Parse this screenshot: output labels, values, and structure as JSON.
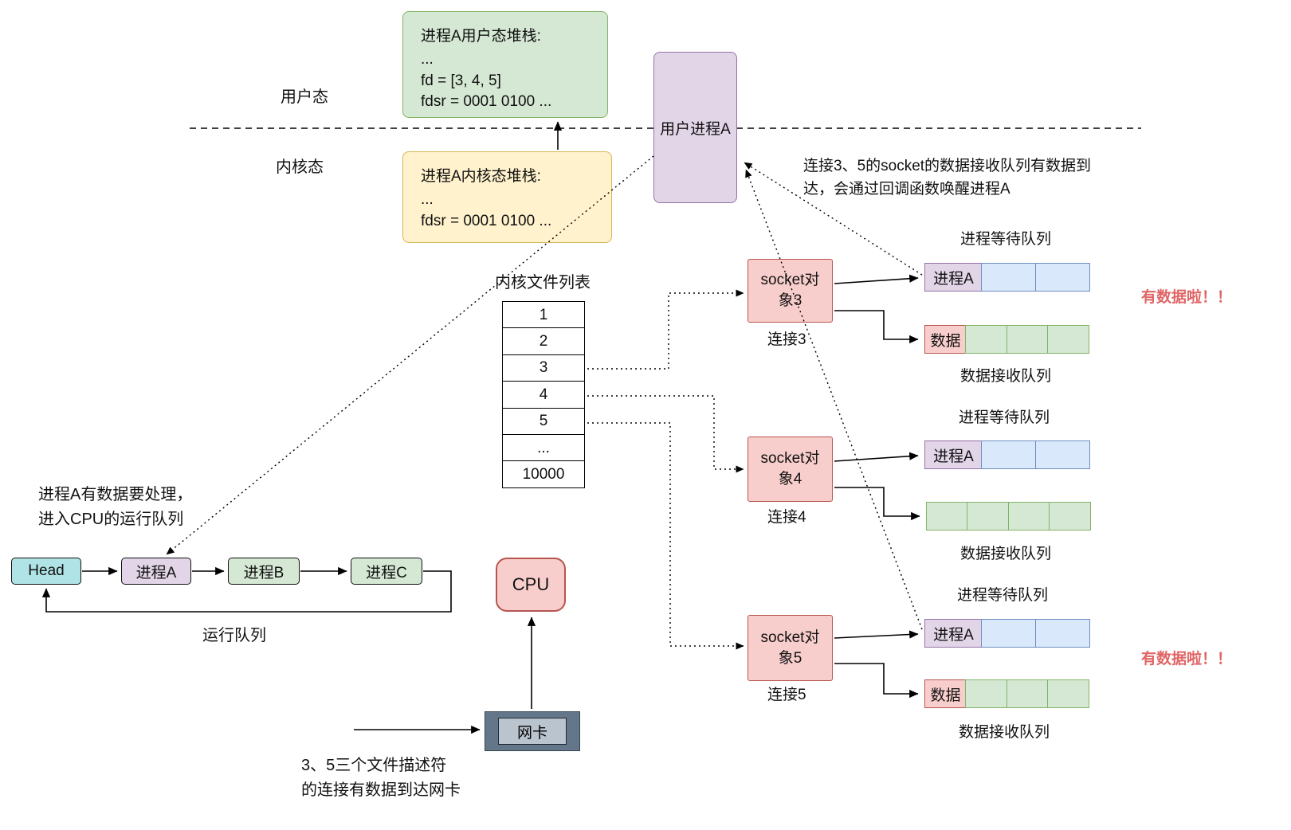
{
  "labels": {
    "user_mode": "用户态",
    "kernel_mode": "内核态",
    "kernel_file_list": "内核文件列表",
    "run_queue": "运行队列",
    "wakeup_note": "连接3、5的socket的数据接收队列有数据到\n达，会通过回调函数唤醒进程A",
    "left_note": "进程A有数据要处理，\n进入CPU的运行队列",
    "bottom_note": "3、5三个文件描述符\n的连接有数据到达网卡",
    "has_data": "有数据啦！！"
  },
  "user_stack": {
    "title": "进程A用户态堆栈:",
    "body": "...\nfd = [3, 4, 5]\nfdsr = 0001 0100 ..."
  },
  "kernel_stack": {
    "title": "进程A内核态堆栈:",
    "body": "...\nfdsr = 0001 0100 ..."
  },
  "user_process": {
    "label": "用户进程A"
  },
  "file_list": {
    "rows": [
      "1",
      "2",
      "3",
      "4",
      "5",
      "...",
      "10000"
    ]
  },
  "run_queue": {
    "head": "Head",
    "nodes": [
      "进程A",
      "进程B",
      "进程C"
    ]
  },
  "cpu": {
    "label": "CPU"
  },
  "nic": {
    "label": "网卡"
  },
  "sockets": [
    {
      "label": "socket对象3",
      "link": "连接3",
      "wait_queue_label": "进程等待队列",
      "wait_head": "进程A",
      "data_head": "数据",
      "data_queue_label": "数据接收队列"
    },
    {
      "label": "socket对象4",
      "link": "连接4",
      "wait_queue_label": "进程等待队列",
      "wait_head": "进程A",
      "data_queue_label": "数据接收队列"
    },
    {
      "label": "socket对象5",
      "link": "连接5",
      "wait_queue_label": "进程等待队列",
      "wait_head": "进程A",
      "data_head": "数据",
      "data_queue_label": "数据接收队列"
    }
  ],
  "colors": {
    "green_box": "#d5e8d4",
    "green_border": "#82b366",
    "yellow_box": "#fff2cc",
    "yellow_border": "#d6b656",
    "purple_box": "#e1d5e7",
    "purple_border": "#9673a6",
    "red_box": "#f8cecc",
    "red_border": "#b85450",
    "blue_cell": "#dae8fc",
    "blue_border": "#6c8ebf",
    "teal_box": "#b0e3e6",
    "teal_border": "#0e8088",
    "alert_text": "#e06666"
  }
}
